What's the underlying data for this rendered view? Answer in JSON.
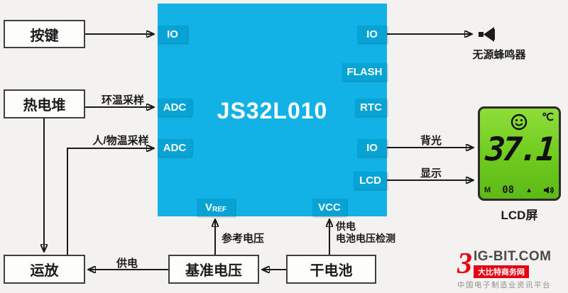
{
  "colors": {
    "chip": "#12b2e6",
    "port_tab": "#07a3d4",
    "lcd_green": "#6ecb1d",
    "brand_red": "#e60012"
  },
  "chip": {
    "label": "JS32L010"
  },
  "ports": {
    "io_left": "IO",
    "adc_ambient": "ADC",
    "adc_object": "ADC",
    "io_buzzer": "IO",
    "flash": "FLASH",
    "rtc": "RTC",
    "io_backlight": "IO",
    "lcd": "LCD",
    "vref_main": "V",
    "vref_sub": "REF",
    "vcc": "VCC"
  },
  "blocks": {
    "button": "按键",
    "thermopile": "热电堆",
    "opamp": "运放",
    "bandgap": "基准电压",
    "battery": "干电池"
  },
  "labels": {
    "ambient_sampling": "环温采样",
    "object_sampling": "人/物温采样",
    "opamp_supply": "供电",
    "reference_voltage": "参考电压",
    "battery_supply": "供电",
    "battery_detect": "电池电压检测",
    "backlight": "背光",
    "display": "显示",
    "buzzer": "无源蜂鸣器",
    "lcd_screen": "LCD屏"
  },
  "lcd": {
    "temperature": "37.1",
    "unit": "℃",
    "mode": "M",
    "memory": "08",
    "alarm_icon": "▲"
  },
  "watermark": {
    "logo_char": "3",
    "site": "IG-BIT.COM",
    "name": "大比特商务网",
    "slogan": "中国电子制造业资讯平台"
  }
}
